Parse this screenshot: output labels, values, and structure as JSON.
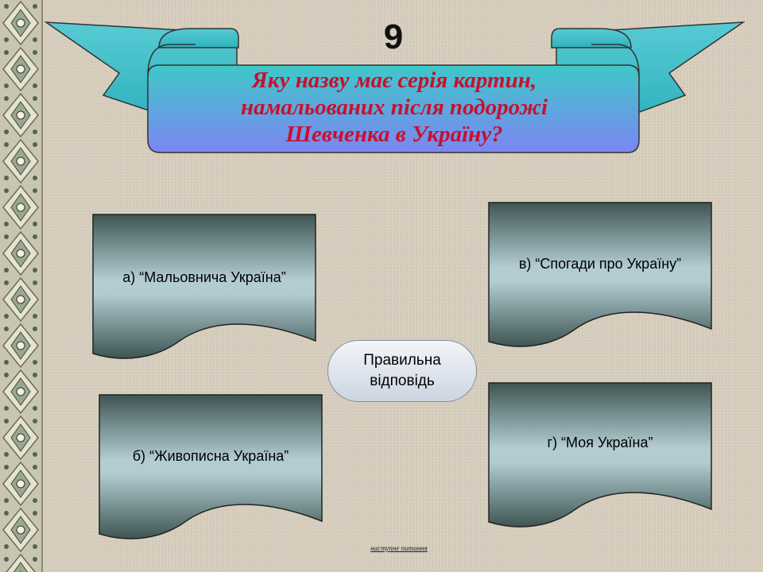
{
  "slide_number": "9",
  "question_lines": [
    "Яку назву має серія картин,",
    "намальованих після подорожі",
    "Шевченка в Україну?"
  ],
  "answers": {
    "a": "а) “Мальовнича Україна”",
    "b": "б) “Живописна Україна”",
    "v": "в) “Спогади про Україну”",
    "g": "г) “Моя Україна”"
  },
  "correct_button": {
    "line1": "Правильна",
    "line2": "відповідь"
  },
  "next_link": "наступне питання",
  "colors": {
    "question_text": "#c8102e",
    "ribbon_teal": "#3ec0c8",
    "scroll_blue": "#7a8cf0",
    "card_dark": "#3f5350",
    "card_light": "#b3cbd2"
  }
}
